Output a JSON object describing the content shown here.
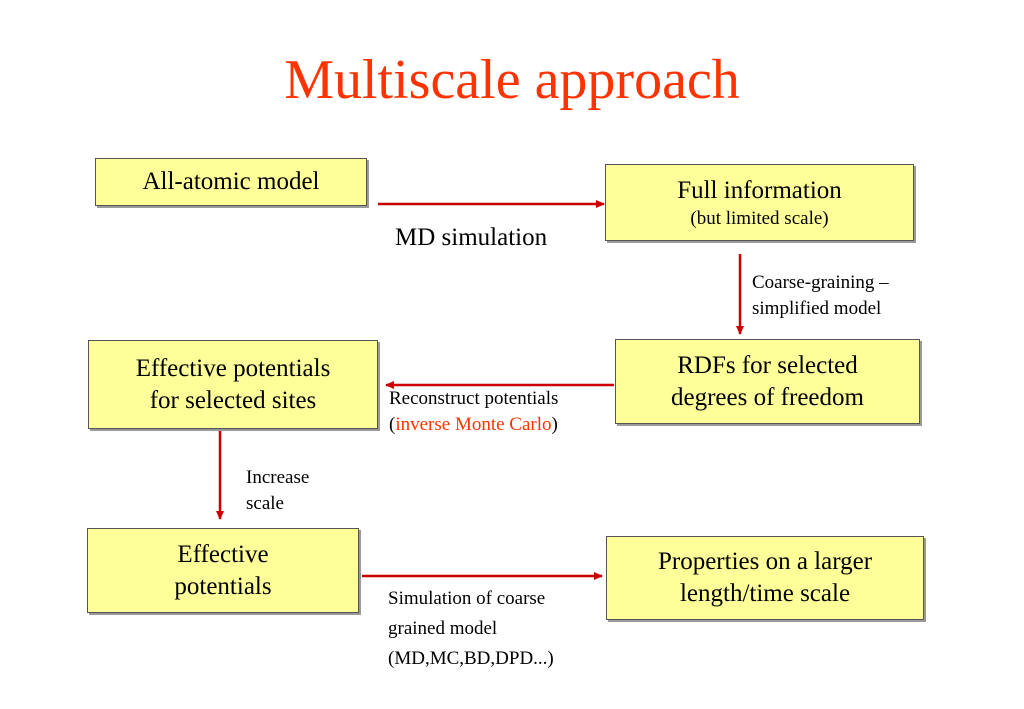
{
  "title": "Multiscale approach",
  "boxes": {
    "all_atomic": "All-atomic model",
    "full_info": "Full information",
    "full_info_sub": "(but limited scale)",
    "eff_pot_sites_1": "Effective potentials",
    "eff_pot_sites_2": "for selected sites",
    "rdfs_1": "RDFs for selected",
    "rdfs_2": "degrees of freedom",
    "eff_pot_1": "Effective",
    "eff_pot_2": "potentials",
    "properties_1": "Properties on a larger",
    "properties_2": "length/time scale"
  },
  "labels": {
    "md_simulation": "MD simulation",
    "coarse_1": "Coarse-graining –",
    "coarse_2": "simplified model",
    "reconstruct_1": "Reconstruct potentials",
    "reconstruct_open": "(",
    "reconstruct_red": "inverse Monte Carlo",
    "reconstruct_close": ")",
    "increase_1": "Increase",
    "increase_2": "scale",
    "sim_1": "Simulation of coarse",
    "sim_2": "grained model",
    "sim_3": "(MD,MC,BD,DPD...)"
  },
  "colors": {
    "title": "#ff3300",
    "box_fill": "#ffff99",
    "arrow": "#cc0000",
    "highlight": "#ff3300"
  }
}
